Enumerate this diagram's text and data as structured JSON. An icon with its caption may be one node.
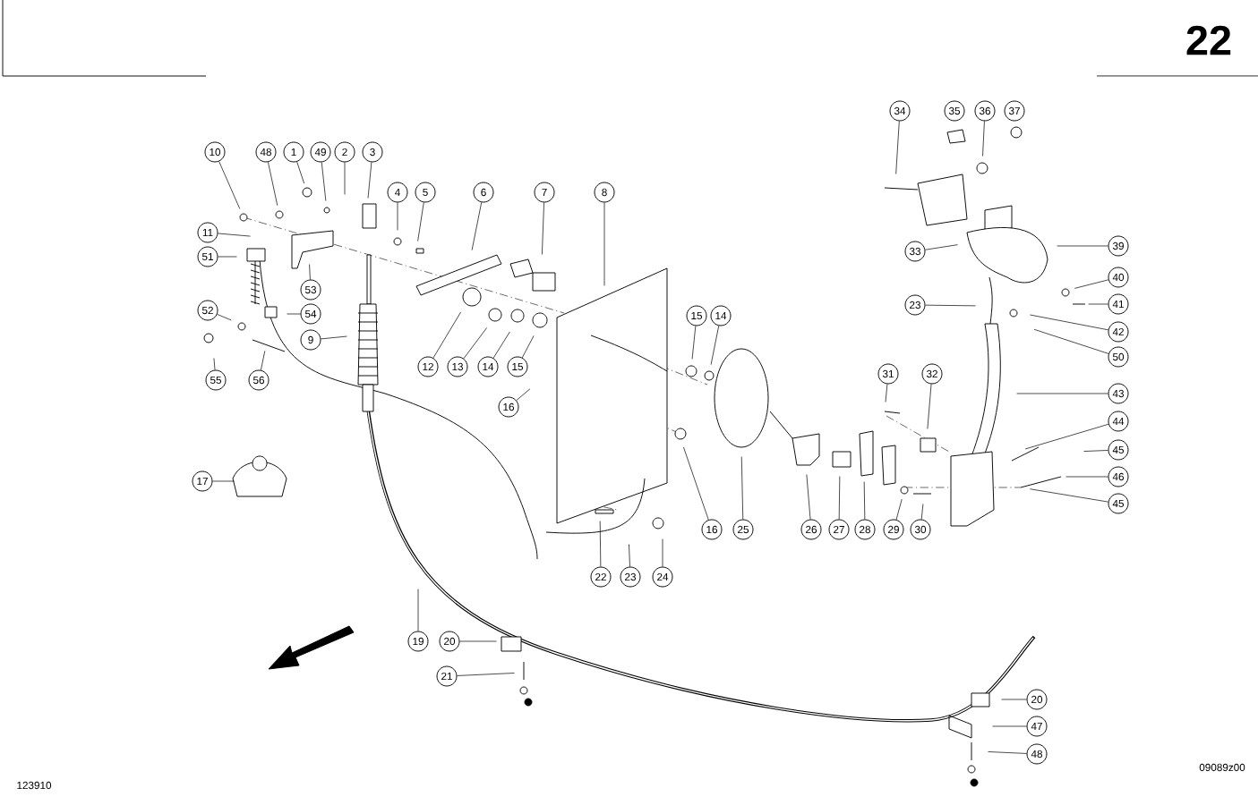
{
  "diagram": {
    "nodes": [
      {
        "text": [
          "10"
        ]
      },
      {
        "text": [
          "48"
        ]
      },
      {
        "text": [
          "1"
        ]
      },
      {
        "text": [
          "49"
        ]
      },
      {
        "text": [
          "2"
        ]
      },
      {
        "text": [
          "3"
        ]
      },
      {
        "text": [
          "4"
        ]
      },
      {
        "text": [
          "5"
        ]
      },
      {
        "text": [
          "6"
        ]
      },
      {
        "text": [
          "7"
        ]
      },
      {
        "text": [
          "8"
        ]
      },
      {
        "text": [
          "34"
        ]
      },
      {
        "text": [
          "35"
        ]
      },
      {
        "text": [
          "36"
        ]
      },
      {
        "text": [
          "37"
        ]
      },
      {
        "text": [
          "11"
        ]
      },
      {
        "text": [
          "51"
        ]
      },
      {
        "text": [
          "39"
        ]
      },
      {
        "text": [
          "33"
        ]
      },
      {
        "text": [
          "40"
        ]
      },
      {
        "text": [
          "53"
        ]
      },
      {
        "text": [
          "41"
        ]
      },
      {
        "text": [
          "23"
        ]
      },
      {
        "text": [
          "52"
        ]
      },
      {
        "text": [
          "54"
        ]
      },
      {
        "text": [
          "15"
        ]
      },
      {
        "text": [
          "14"
        ]
      },
      {
        "text": [
          "42"
        ]
      },
      {
        "text": [
          "9"
        ]
      },
      {
        "text": [
          "50"
        ]
      },
      {
        "text": [
          "12"
        ]
      },
      {
        "text": [
          "13"
        ]
      },
      {
        "text": [
          "14"
        ]
      },
      {
        "text": [
          "15"
        ]
      },
      {
        "text": [
          "31"
        ]
      },
      {
        "text": [
          "32"
        ]
      },
      {
        "text": [
          "55"
        ]
      },
      {
        "text": [
          "56"
        ]
      },
      {
        "text": [
          "43"
        ]
      },
      {
        "text": [
          "16"
        ]
      },
      {
        "text": [
          "44"
        ]
      },
      {
        "text": [
          "45"
        ]
      },
      {
        "text": [
          "46"
        ]
      },
      {
        "text": [
          "17"
        ]
      },
      {
        "text": [
          "45"
        ]
      },
      {
        "text": [
          "16"
        ]
      },
      {
        "text": [
          "25"
        ]
      },
      {
        "text": [
          "26"
        ]
      },
      {
        "text": [
          "27"
        ]
      },
      {
        "text": [
          "28"
        ]
      },
      {
        "text": [
          "29"
        ]
      },
      {
        "text": [
          "30"
        ]
      },
      {
        "text": [
          "22"
        ]
      },
      {
        "text": [
          "23"
        ]
      },
      {
        "text": [
          "24"
        ]
      },
      {
        "text": [
          "19"
        ]
      },
      {
        "text": [
          "20"
        ]
      },
      {
        "text": [
          "21"
        ]
      },
      {
        "text": [
          "20"
        ]
      },
      {
        "text": [
          "47"
        ]
      },
      {
        "text": [
          "48"
        ]
      }
    ],
    "edges": [
      {
        "from": 0,
        "to": null,
        "arrow": "none"
      },
      {
        "from": 1,
        "to": null,
        "arrow": "none"
      },
      {
        "from": 2,
        "to": null,
        "arrow": "none"
      },
      {
        "from": 3,
        "to": null,
        "arrow": "none"
      },
      {
        "from": 4,
        "to": null,
        "arrow": "none"
      },
      {
        "from": 5,
        "to": null,
        "arrow": "none"
      },
      {
        "from": 6,
        "to": null,
        "arrow": "none"
      },
      {
        "from": 7,
        "to": null,
        "arrow": "none"
      },
      {
        "from": 8,
        "to": null,
        "arrow": "none"
      },
      {
        "from": 9,
        "to": null,
        "arrow": "none"
      },
      {
        "from": 10,
        "to": null,
        "arrow": "none"
      },
      {
        "from": 11,
        "to": null,
        "arrow": "none"
      },
      {
        "from": 13,
        "to": null,
        "arrow": "none"
      },
      {
        "from": 15,
        "to": null,
        "arrow": "none"
      },
      {
        "from": 16,
        "to": null,
        "arrow": "none"
      },
      {
        "from": 17,
        "to": null,
        "arrow": "none"
      },
      {
        "from": 18,
        "to": null,
        "arrow": "none"
      },
      {
        "from": 19,
        "to": null,
        "arrow": "none"
      },
      {
        "from": 20,
        "to": null,
        "arrow": "none"
      },
      {
        "from": 21,
        "to": null,
        "arrow": "none"
      },
      {
        "from": 22,
        "to": null,
        "arrow": "none"
      },
      {
        "from": 23,
        "to": null,
        "arrow": "none"
      },
      {
        "from": 24,
        "to": null,
        "arrow": "none"
      },
      {
        "from": 25,
        "to": null,
        "arrow": "none"
      },
      {
        "from": 26,
        "to": null,
        "arrow": "none"
      },
      {
        "from": 27,
        "to": null,
        "arrow": "none"
      },
      {
        "from": 28,
        "to": null,
        "arrow": "none"
      },
      {
        "from": 29,
        "to": null,
        "arrow": "none"
      },
      {
        "from": 30,
        "to": null,
        "arrow": "none"
      },
      {
        "from": 31,
        "to": null,
        "arrow": "none"
      },
      {
        "from": 32,
        "to": null,
        "arrow": "none"
      },
      {
        "from": 33,
        "to": null,
        "arrow": "none"
      },
      {
        "from": 34,
        "to": null,
        "arrow": "none"
      },
      {
        "from": 35,
        "to": null,
        "arrow": "none"
      },
      {
        "from": 36,
        "to": null,
        "arrow": "none"
      },
      {
        "from": 37,
        "to": null,
        "arrow": "none"
      },
      {
        "from": 38,
        "to": null,
        "arrow": "none"
      },
      {
        "from": 39,
        "to": null,
        "arrow": "none"
      },
      {
        "from": 40,
        "to": null,
        "arrow": "none"
      },
      {
        "from": 41,
        "to": null,
        "arrow": "none"
      },
      {
        "from": 42,
        "to": null,
        "arrow": "none"
      },
      {
        "from": 43,
        "to": null,
        "arrow": "none"
      },
      {
        "from": 44,
        "to": null,
        "arrow": "none"
      },
      {
        "from": 45,
        "to": null,
        "arrow": "none"
      },
      {
        "from": 46,
        "to": null,
        "arrow": "none"
      },
      {
        "from": 47,
        "to": null,
        "arrow": "none"
      },
      {
        "from": 48,
        "to": null,
        "arrow": "none"
      },
      {
        "from": 49,
        "to": null,
        "arrow": "none"
      },
      {
        "from": 50,
        "to": null,
        "arrow": "none"
      },
      {
        "from": 51,
        "to": null,
        "arrow": "none"
      },
      {
        "from": 52,
        "to": null,
        "arrow": "none"
      },
      {
        "from": 53,
        "to": null,
        "arrow": "none"
      },
      {
        "from": 54,
        "to": null,
        "arrow": "none"
      },
      {
        "from": 55,
        "to": null,
        "arrow": "none"
      },
      {
        "from": 56,
        "to": null,
        "arrow": "none"
      },
      {
        "from": 57,
        "to": null,
        "arrow": "none"
      },
      {
        "from": 58,
        "to": null,
        "arrow": "none"
      },
      {
        "from": 59,
        "to": null,
        "arrow": "none"
      },
      {
        "from": 60,
        "to": null,
        "arrow": "none"
      }
    ],
    "labels": [
      "22",
      "123910",
      "09089z00"
    ]
  }
}
